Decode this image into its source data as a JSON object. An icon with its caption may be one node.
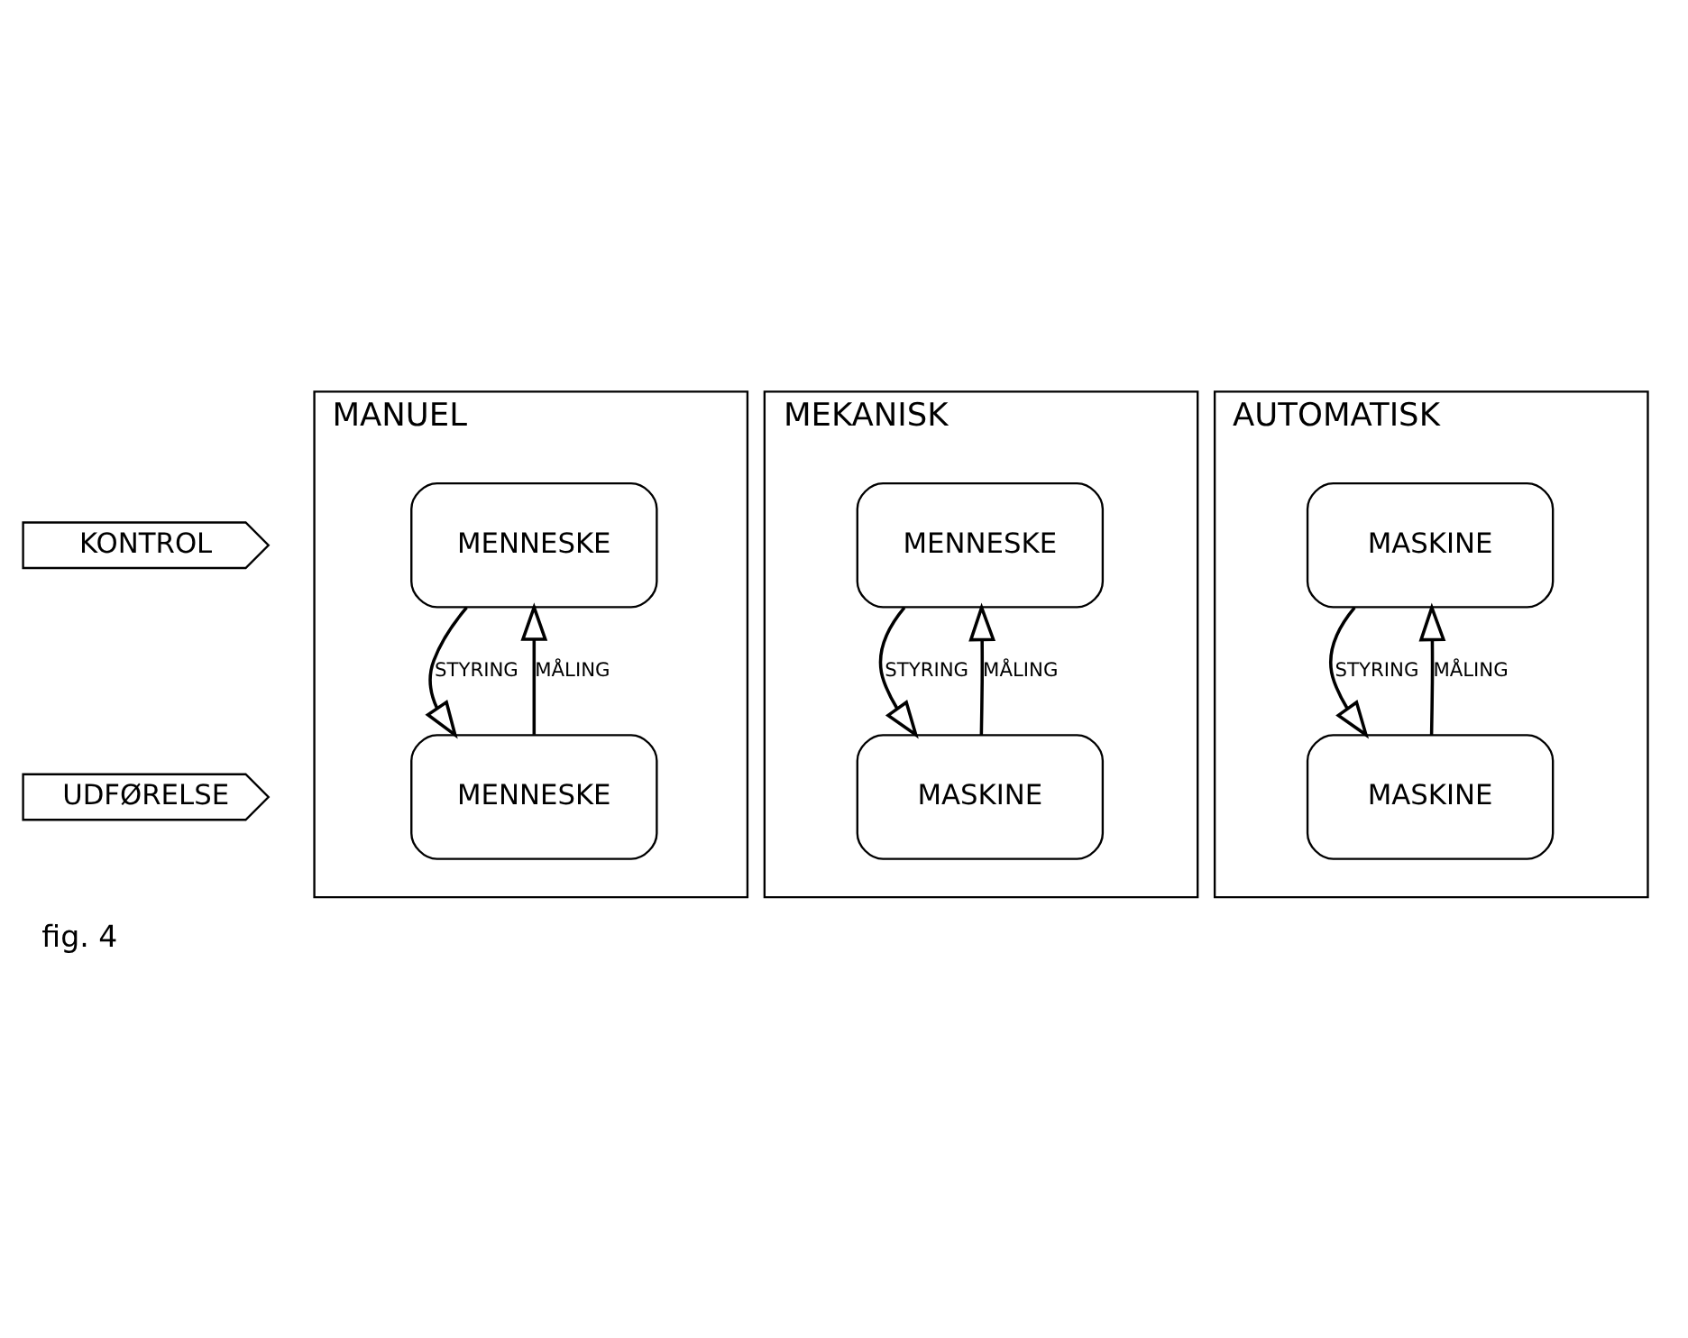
{
  "diagram": {
    "caption": "fig. 4",
    "nodes": [
      {
        "text": [
          "KONTROL"
        ]
      },
      {
        "text": [
          "UDFØRELSE"
        ]
      },
      {
        "text": [
          "MANUEL"
        ]
      },
      {
        "text": [
          "MENNESKE"
        ],
        "in": 2
      },
      {
        "text": [
          "MENNESKE"
        ],
        "in": 2
      },
      {
        "text": [
          "MEKANISK"
        ]
      },
      {
        "text": [
          "MENNESKE"
        ],
        "in": 5
      },
      {
        "text": [
          "MASKINE"
        ],
        "in": 5
      },
      {
        "text": [
          "AUTOMATISK"
        ]
      },
      {
        "text": [
          "MASKINE"
        ],
        "in": 8
      },
      {
        "text": [
          "MASKINE"
        ],
        "in": 8
      }
    ],
    "edges": [
      {
        "from": 3,
        "to": 4,
        "arrow": "to",
        "label": "STYRING"
      },
      {
        "from": 4,
        "to": 3,
        "arrow": "to",
        "label": "MÅLING"
      },
      {
        "from": 6,
        "to": 7,
        "arrow": "to",
        "label": "STYRING"
      },
      {
        "from": 7,
        "to": 6,
        "arrow": "to",
        "label": "MÅLING"
      },
      {
        "from": 9,
        "to": 10,
        "arrow": "to",
        "label": "STYRING"
      },
      {
        "from": 10,
        "to": 9,
        "arrow": "to",
        "label": "MÅLING"
      }
    ]
  }
}
